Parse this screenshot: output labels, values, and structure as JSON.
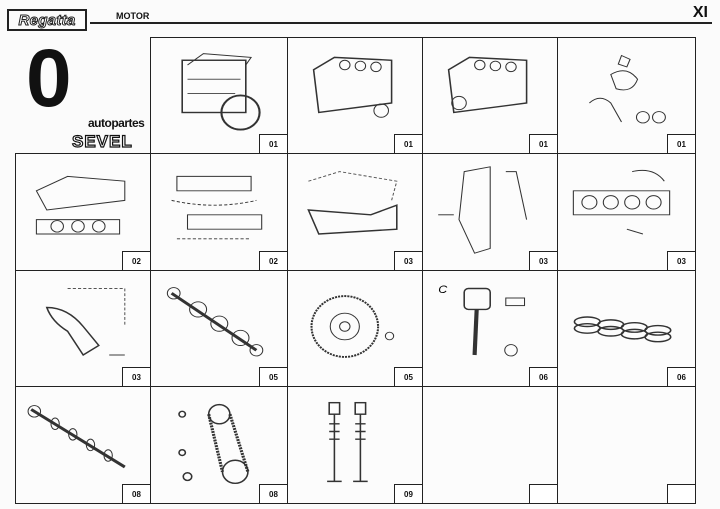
{
  "header": {
    "brand": "Regatta",
    "section": "MOTOR",
    "page_number": "XI"
  },
  "group": {
    "number": "0",
    "logo_top": "autopartes",
    "logo_bottom": "SEVEL"
  },
  "cells": [
    {
      "name": "engine-assembly",
      "code": "01"
    },
    {
      "name": "short-block",
      "code": "01"
    },
    {
      "name": "engine-block",
      "code": "01"
    },
    {
      "name": "block-covers",
      "code": "01"
    },
    {
      "name": "head-gasket-set",
      "code": "02"
    },
    {
      "name": "gasket-kit",
      "code": "02"
    },
    {
      "name": "oil-pan",
      "code": "03"
    },
    {
      "name": "timing-cover",
      "code": "03"
    },
    {
      "name": "manifold-gaskets",
      "code": "03"
    },
    {
      "name": "exhaust-manifold",
      "code": "03"
    },
    {
      "name": "crankshaft",
      "code": "05"
    },
    {
      "name": "flywheel",
      "code": "05"
    },
    {
      "name": "piston-con-rod",
      "code": "06"
    },
    {
      "name": "piston-rings",
      "code": "06"
    },
    {
      "name": "camshaft",
      "code": "08"
    },
    {
      "name": "timing-belt",
      "code": "08"
    },
    {
      "name": "valves",
      "code": "09"
    },
    {
      "name": "empty-1",
      "code": ""
    },
    {
      "name": "empty-2",
      "code": ""
    }
  ]
}
